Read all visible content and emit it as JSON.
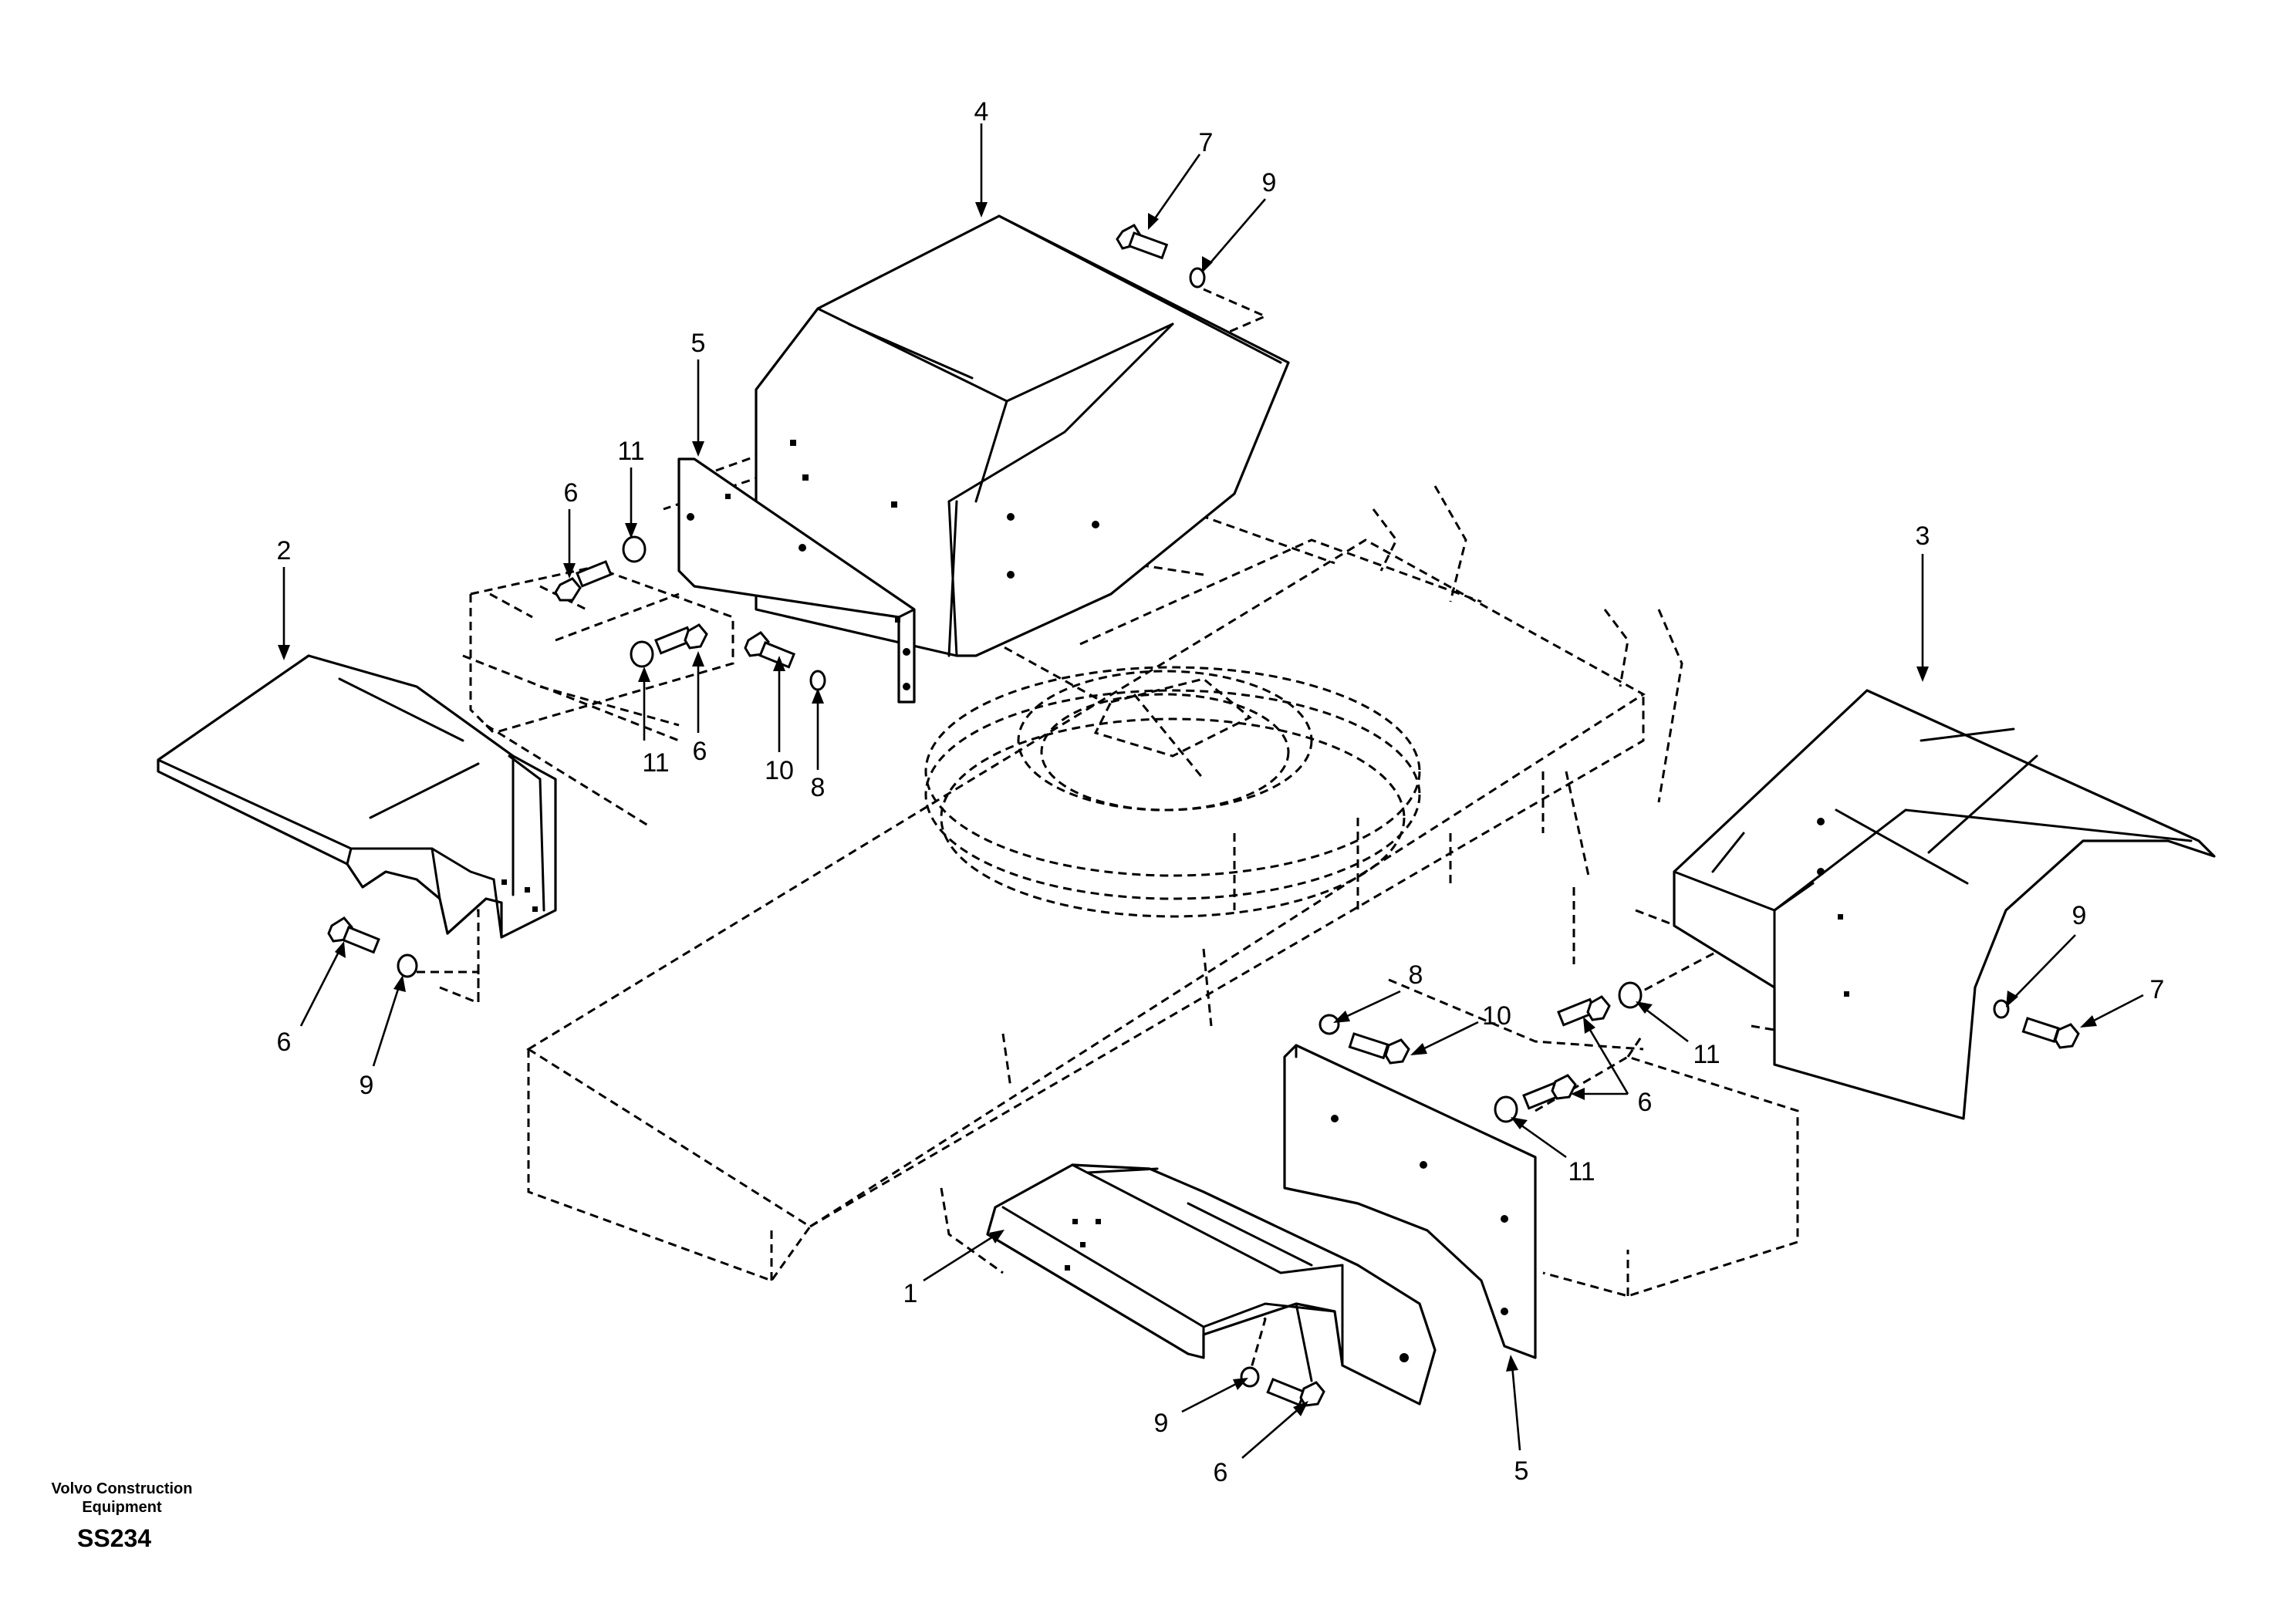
{
  "diagram": {
    "callouts": [
      {
        "id": "c4",
        "label": "4"
      },
      {
        "id": "c7a",
        "label": "7"
      },
      {
        "id": "c9a",
        "label": "9"
      },
      {
        "id": "c5a",
        "label": "5"
      },
      {
        "id": "c11a",
        "label": "11"
      },
      {
        "id": "c6a",
        "label": "6"
      },
      {
        "id": "c2",
        "label": "2"
      },
      {
        "id": "c11b",
        "label": "11"
      },
      {
        "id": "c6b",
        "label": "6"
      },
      {
        "id": "c10a",
        "label": "10"
      },
      {
        "id": "c8a",
        "label": "8"
      },
      {
        "id": "c6c",
        "label": "6"
      },
      {
        "id": "c9b",
        "label": "9"
      },
      {
        "id": "c3",
        "label": "3"
      },
      {
        "id": "c9c",
        "label": "9"
      },
      {
        "id": "c7b",
        "label": "7"
      },
      {
        "id": "c8b",
        "label": "8"
      },
      {
        "id": "c10b",
        "label": "10"
      },
      {
        "id": "c11c",
        "label": "11"
      },
      {
        "id": "c6d",
        "label": "6"
      },
      {
        "id": "c11d",
        "label": "11"
      },
      {
        "id": "c1",
        "label": "1"
      },
      {
        "id": "c9d",
        "label": "9"
      },
      {
        "id": "c6e",
        "label": "6"
      },
      {
        "id": "c5b",
        "label": "5"
      }
    ]
  },
  "footer": {
    "company_line1": "Volvo Construction",
    "company_line2": "Equipment",
    "drawing_code": "SS234"
  }
}
